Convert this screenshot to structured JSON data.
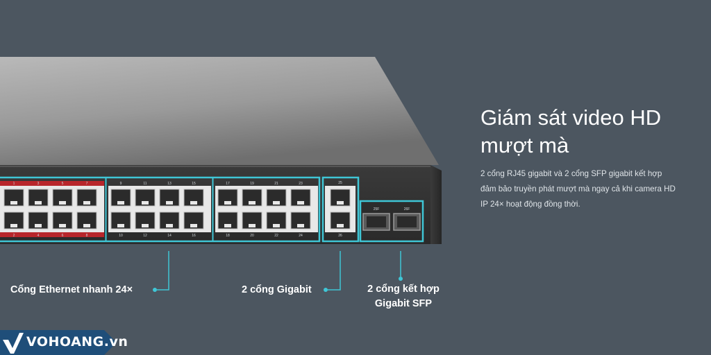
{
  "heading": {
    "line1": "Giám sát video HD",
    "line2": "mượt mà"
  },
  "description": {
    "line1": "2 cổng RJ45 gigabit và 2 cổng SFP gigabit kết hợp",
    "line2": "đảm bảo truyền phát mượt mà ngay cả khi camera HD",
    "line3": "IP 24× hoạt động đồng thời."
  },
  "callouts": {
    "ethernet": "Cổng Ethernet nhanh 24×",
    "gigabit": "2 cổng Gigabit",
    "sfp_line1": "2 cổng kết hợp",
    "sfp_line2": "Gigabit SFP"
  },
  "ports": {
    "top_red": [
      "1",
      "3",
      "5",
      "7"
    ],
    "bottom_red": [
      "2",
      "4",
      "6",
      "8"
    ],
    "top_mid": [
      "9",
      "11",
      "13",
      "15"
    ],
    "bottom_mid": [
      "10",
      "12",
      "14",
      "16"
    ],
    "top_right": [
      "17",
      "19",
      "21",
      "23"
    ],
    "bottom_right": [
      "18",
      "20",
      "22",
      "24"
    ],
    "gigabit_top": "25",
    "gigabit_bottom": "26",
    "sfp_left": "25F",
    "sfp_right": "26F"
  },
  "logo": {
    "text": "VOHOANG.vn"
  },
  "colors": {
    "background": "#4c5660",
    "accent": "#3fc6d6",
    "poe_red": "#b8262b"
  }
}
